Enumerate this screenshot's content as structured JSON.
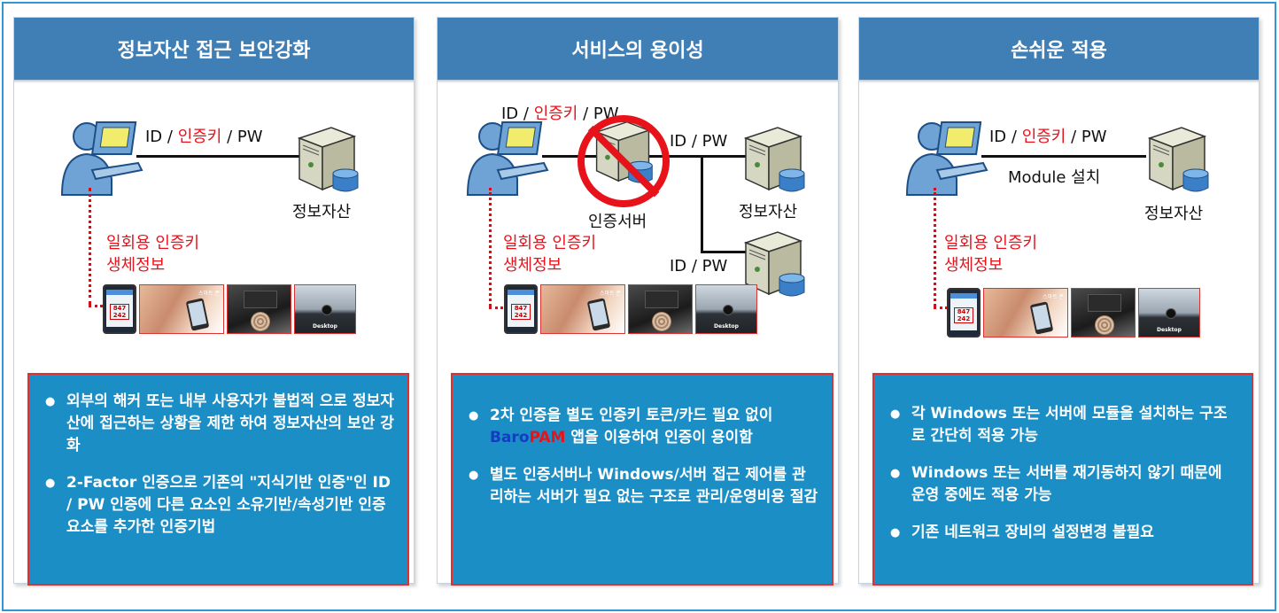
{
  "panels": [
    {
      "title": "정보자산 접근 보안강화",
      "link_label": {
        "id": "ID",
        "sep1": " / ",
        "key": "인증키",
        "sep2": " / ",
        "pw": "PW"
      },
      "server_label": "정보자산",
      "auth_labels": [
        "일회용 인증키",
        "생체정보"
      ],
      "bullets": [
        "외부의 해커 또는 내부 사용자가 불법적 으로 정보자산에 접근하는 상황을 제한 하여 정보자산의 보안 강화",
        "2-Factor 인증으로 기존의 \"지식기반 인증\"인 ID / PW 인증에 다른 요소인 소유기반/속성기반 인증요소를 추가한 인증기법"
      ]
    },
    {
      "title": "서비스의 용이성",
      "link_label": {
        "id": "ID",
        "sep1": " / ",
        "key": "인증키",
        "sep2": " / ",
        "pw": "PW"
      },
      "auth_server_label": "인증서버",
      "idpw_top": "ID / PW",
      "idpw_bottom": "ID / PW",
      "server_label": "정보자산",
      "auth_labels": [
        "일회용 인증키",
        "생체정보"
      ],
      "bullets": [
        {
          "pre": "2차 인증을 별도 인증키 토큰/카드 필요 없이 ",
          "brand_a": "Baro",
          "brand_b": "PAM",
          "post": " 앱을 이용하여 인증이 용이함"
        },
        "별도 인증서버나 Windows/서버 접근 제어를 관리하는 서버가 필요 없는 구조로 관리/운영비용 절감"
      ]
    },
    {
      "title": "손쉬운 적용",
      "link_label": {
        "id": "ID",
        "sep1": " / ",
        "key": "인증키",
        "sep2": " / ",
        "pw": "PW"
      },
      "module_label": "Module 설치",
      "server_label": "정보자산",
      "auth_labels": [
        "일회용 인증키",
        "생체정보"
      ],
      "bullets": [
        "각 Windows 또는 서버에 모듈을 설치하는 구조로 간단히 적용 가능",
        "Windows 또는 서버를 재기동하지 않기 때문에 운영 중에도 적용  가능",
        "기존 네트워크 장비의 설정변경 불필요"
      ]
    }
  ],
  "photo_strip": {
    "otp_code": "847 242",
    "hand_tag": "스마트 폰",
    "desktop_label": "Desktop"
  },
  "colors": {
    "header": "#3f7fb6",
    "infobox": "#1b8ec6",
    "accent_red": "#e8121a",
    "frame": "#2f97d4"
  }
}
